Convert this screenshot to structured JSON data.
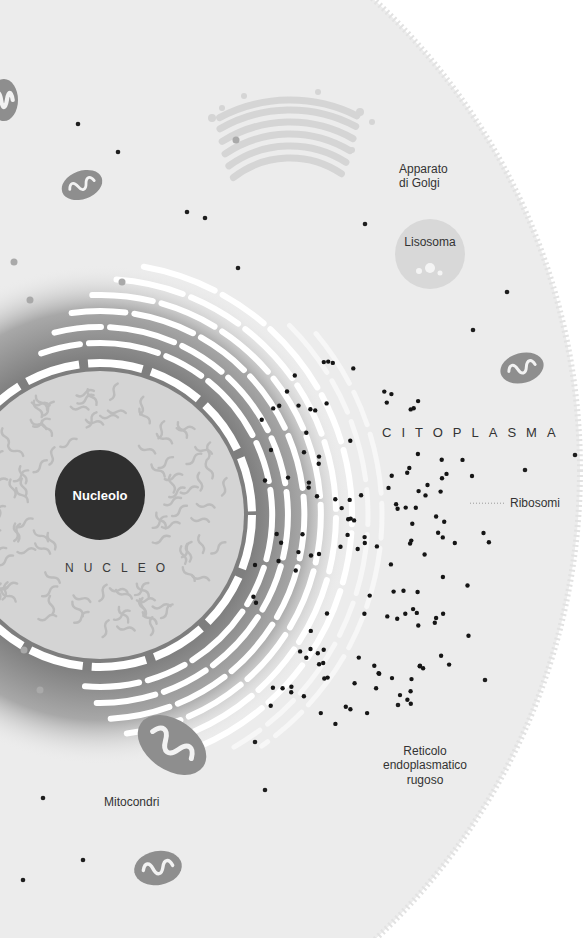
{
  "diagram": {
    "nodes": [
      {
        "text": [
          "Lisosoma"
        ]
      },
      {
        "text": [
          "NUCLEO"
        ]
      },
      {
        "text": [
          "Nucleolo"
        ],
        "in": 1
      }
    ],
    "labels": [
      "Apparato di Golgi",
      "CITOPLASMA",
      "Ribosomi",
      "Reticolo endoplasmatico rugoso",
      "Mitocondri"
    ]
  }
}
